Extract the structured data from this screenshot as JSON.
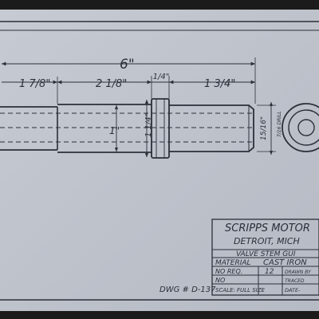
{
  "dimensions": {
    "overall": "6\"",
    "seg1": "1 7/8\"",
    "seg2": "2 1/8\"",
    "seg3": "1/4\"",
    "seg4": "1 3/4\"",
    "mid_dia": "1\"",
    "collar_dia": "1 1/4\"",
    "end_dia": "15/16\"",
    "end_note": "7/16 DRILL"
  },
  "title_block": {
    "company": "SCRIPPS MOTOR",
    "city": "DETROIT, MICH",
    "part_name": "VALVE STEM GUI",
    "material_label": "MATERIAL",
    "material_value": "CAST IRON",
    "no_req_label": "NO REQ.",
    "no_req_value": "12",
    "drawn_by_label": "DRAWN BY",
    "no_label": "NO",
    "traced_label": "TRACED",
    "scale_label": "SCALE: FULL SIZE",
    "date_label": "DATE-"
  },
  "drawing_number": "DWG # D-137",
  "colors": {
    "paper": "#bfc3cc",
    "ink": "#2b2f3a",
    "border": "#1b1b1b"
  }
}
